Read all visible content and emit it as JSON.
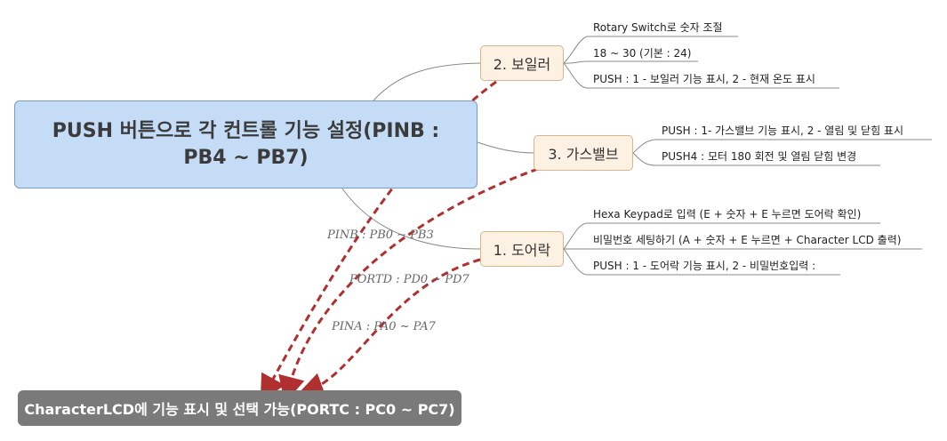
{
  "central": "PUSH 버튼으로 각 컨트롤 기능 설정(PINB : PB4 ~ PB7)",
  "branches": [
    {
      "label": "2. 보일러",
      "leaves": [
        "Rotary Switch로 숫자 조절",
        "18 ~ 30 (기본 : 24)",
        "PUSH : 1 - 보일러 기능 표시, 2 - 현재 온도 표시"
      ]
    },
    {
      "label": "3. 가스밸브",
      "leaves": [
        "PUSH : 1- 가스밸브 기능 표시, 2 - 열림 및 닫힘 표시",
        "PUSH4 : 모터 180 회전 및 열림 닫힘 변경"
      ]
    },
    {
      "label": "1. 도어락",
      "leaves": [
        "Hexa Keypad로 입력 (E + 숫자 + E 누르면 도어락 확인)",
        "비밀번호 세팅하기 (A + 숫자 + E 누르면  + Character LCD 출력)",
        "PUSH : 1 - 도어락 기능 표시, 2 - 비밀번호입력 :"
      ]
    }
  ],
  "bottom": "CharacterLCD에 기능 표시 및 선택 가능(PORTC : PC0 ~ PC7)",
  "port_labels": [
    "PINB : PB0 ~ PB3",
    "PORTD : PD0 ~ PD7",
    "PINA : PA0 ~ PA7"
  ],
  "colors": {
    "central_fill": "#c5dcf7",
    "branch_fill": "#fdf1e4",
    "bottom_fill": "#7a7a7a",
    "arrow": "#b03030"
  }
}
